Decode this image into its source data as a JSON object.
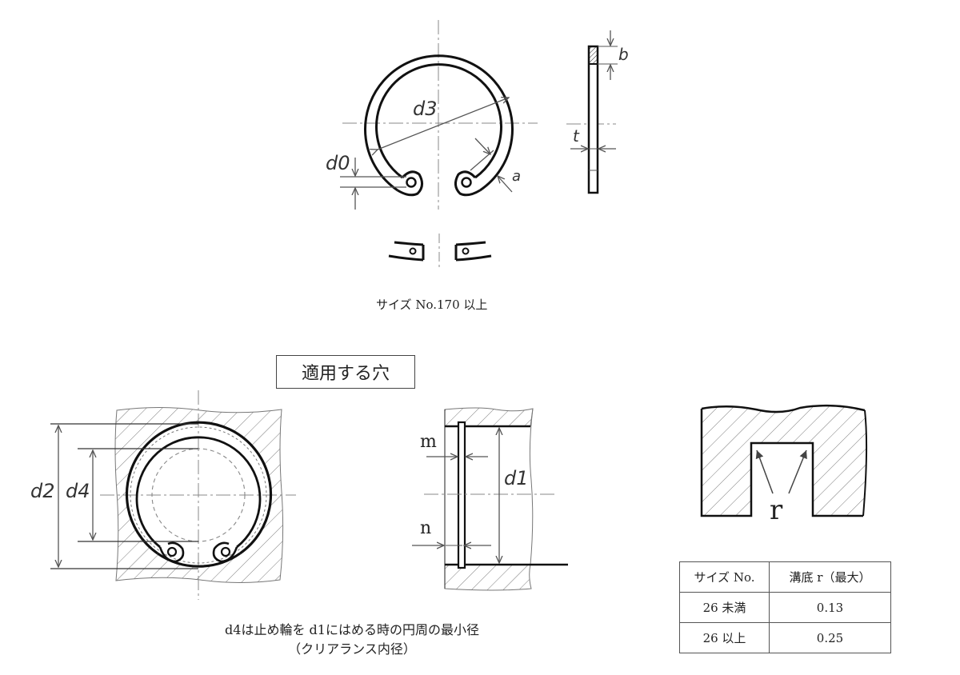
{
  "top_view": {
    "labels": {
      "d3": "d3",
      "d0": "d0",
      "a": "a",
      "b": "b",
      "t": "t"
    },
    "caption": "サイズ No.170 以上"
  },
  "applicable_hole": {
    "title": "適用する穴",
    "labels": {
      "d2": "d2",
      "d4": "d4",
      "d1": "d1",
      "m": "m",
      "n": "n",
      "r": "r"
    },
    "note_line1": "d4は止め輪を d1にはめる時の円周の最小径",
    "note_line2": "（クリアランス内径）"
  },
  "groove_table": {
    "headers": [
      "サイズ No.",
      "溝底 r（最大）"
    ],
    "rows": [
      [
        "26 未満",
        "0.13"
      ],
      [
        "26 以上",
        "0.25"
      ]
    ]
  },
  "colors": {
    "line": "#111111",
    "dim_line": "#555555",
    "hatch": "#777777",
    "center_line": "#888888"
  }
}
